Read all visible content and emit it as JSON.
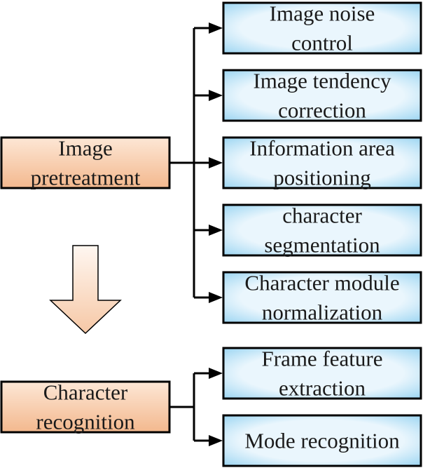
{
  "stages": [
    {
      "name": "image-pretreatment",
      "label_lines": [
        "Image",
        "pretreatment"
      ],
      "steps": [
        {
          "label_lines": [
            "Image noise",
            "control"
          ]
        },
        {
          "label_lines": [
            "Image tendency",
            "correction"
          ]
        },
        {
          "label_lines": [
            "Information area",
            "positioning"
          ]
        },
        {
          "label_lines": [
            "character",
            "segmentation"
          ]
        },
        {
          "label_lines": [
            "Character module",
            "normalization"
          ]
        }
      ]
    },
    {
      "name": "character-recognition",
      "label_lines": [
        "Character",
        "recognition"
      ],
      "steps": [
        {
          "label_lines": [
            "Frame feature",
            "extraction"
          ]
        },
        {
          "label_lines": [
            "Mode recognition"
          ]
        }
      ]
    }
  ],
  "colors": {
    "stage_fill_light": "#fde7d6",
    "stage_fill_dark": "#f3b88e",
    "step_fill_center": "#eaf6fd",
    "step_fill_edge": "#8fd0f0",
    "flow_arrow_light": "#fff7f1",
    "flow_arrow_dark": "#f6c8a6",
    "stroke": "#000000"
  }
}
